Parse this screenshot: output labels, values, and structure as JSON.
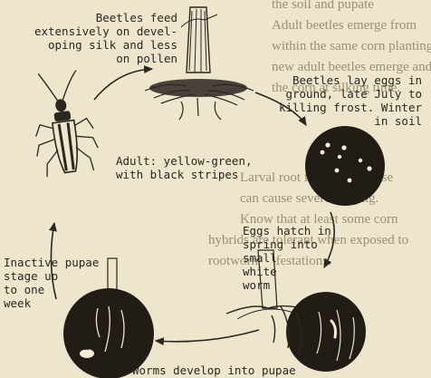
{
  "background_text": [
    {
      "id": "bg-1",
      "text": "the soil and pupate"
    },
    {
      "id": "bg-2",
      "text": "Adult beetles emerge from"
    },
    {
      "id": "bg-3",
      "text": "within the same corn planting"
    },
    {
      "id": "bg-4",
      "text": "new adult beetles emerge and"
    },
    {
      "id": "bg-5",
      "text": "the corn at silking time."
    },
    {
      "id": "bg-6",
      "text": "Larval root feeding by these"
    },
    {
      "id": "bg-7",
      "text": "can cause severe lodging."
    },
    {
      "id": "bg-8",
      "text": "Know that at least some corn"
    },
    {
      "id": "bg-9",
      "text": "hybrids are tolerant when exposed to"
    },
    {
      "id": "bg-10",
      "text": "rootworm infestations."
    }
  ],
  "captions": {
    "feed": "Beetles feed\nextensively on devel-\noping silk and less\non pollen",
    "eggs": "Beetles lay eggs in\nground, late July to\nkilling frost. Winter\nin soil",
    "adult": "Adult: yellow-green,\nwith black stripes",
    "hatch": "Eggs hatch in\nspring into\nsmall\nwhite\nworm",
    "pupae": "Inactive pupae\nstage up\nto one\nweek",
    "worms": "Worms develop into pupae"
  },
  "colors": {
    "background": "#ede5cc",
    "ink": "#2a2620",
    "ghost_text": "#9b8f74",
    "soil_dark": "#221c17"
  }
}
